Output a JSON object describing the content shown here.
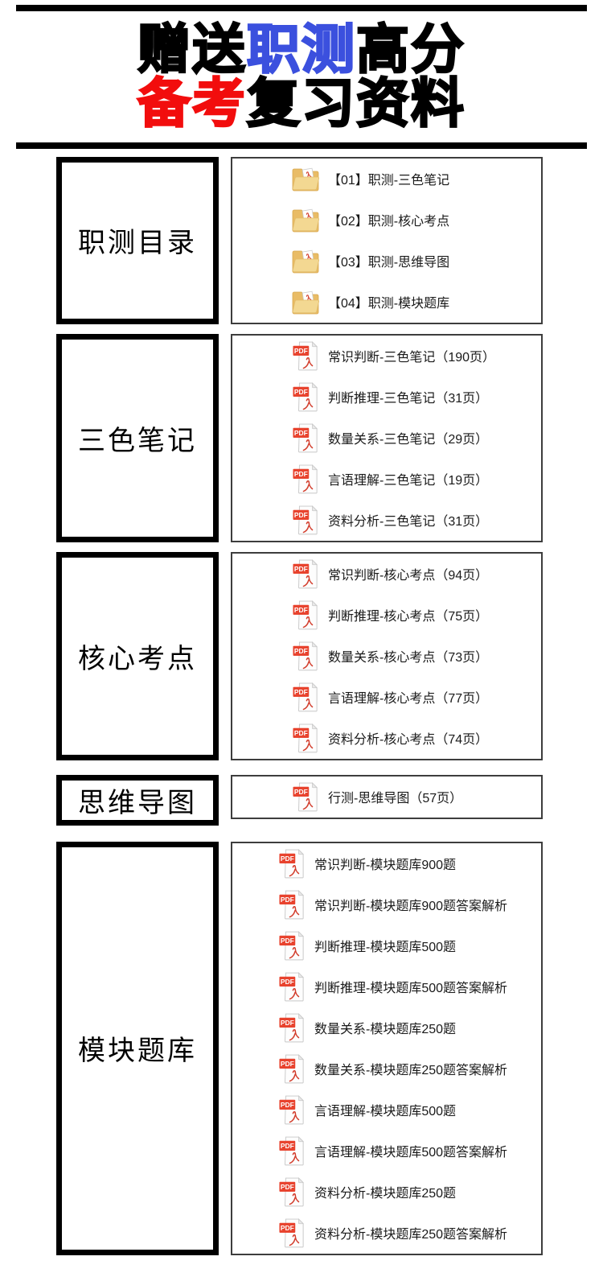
{
  "header": {
    "line1_parts": [
      "赠送",
      "职测",
      "高分"
    ],
    "line2_parts": [
      "备考",
      "复习资料"
    ],
    "accent_blue": "#3b50de",
    "accent_red": "#f20d0d",
    "text_black": "#000000"
  },
  "pdf_icon_label": "PDF",
  "icon_colors": {
    "pdf_red": "#e8432e",
    "glyph_red": "#d23b2a",
    "folder_gold": "#e9bc66",
    "folder_front": "#f3d892"
  },
  "sections": [
    {
      "label": "职测目录",
      "icon": "folder-pdf-icon",
      "items": [
        "【01】职测-三色笔记",
        "【02】职测-核心考点",
        "【03】职测-思维导图",
        "【04】职测-模块题库"
      ]
    },
    {
      "label": "三色笔记",
      "icon": "pdf-icon",
      "items": [
        "常识判断-三色笔记（190页）",
        "判断推理-三色笔记（31页）",
        "数量关系-三色笔记（29页）",
        "言语理解-三色笔记（19页）",
        "资料分析-三色笔记（31页）"
      ]
    },
    {
      "label": "核心考点",
      "icon": "pdf-icon",
      "items": [
        "常识判断-核心考点（94页）",
        "判断推理-核心考点（75页）",
        "数量关系-核心考点（73页）",
        "言语理解-核心考点（77页）",
        "资料分析-核心考点（74页）"
      ]
    },
    {
      "label": "思维导图",
      "icon": "pdf-icon",
      "items": [
        "行测-思维导图（57页）"
      ]
    },
    {
      "label": "模块题库",
      "icon": "pdf-icon",
      "items": [
        "常识判断-模块题库900题",
        "常识判断-模块题库900题答案解析",
        "判断推理-模块题库500题",
        "判断推理-模块题库500题答案解析",
        "数量关系-模块题库250题",
        "数量关系-模块题库250题答案解析",
        "言语理解-模块题库500题",
        "言语理解-模块题库500题答案解析",
        "资料分析-模块题库250题",
        "资料分析-模块题库250题答案解析"
      ]
    }
  ]
}
